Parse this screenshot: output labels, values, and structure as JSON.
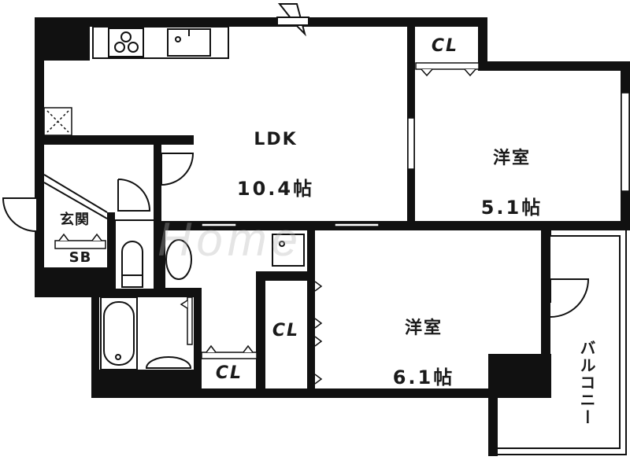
{
  "floor_plan": {
    "rooms": [
      {
        "id": "ldk",
        "name": "LDK",
        "size": "10.4帖"
      },
      {
        "id": "western1",
        "name": "洋室",
        "size": "5.1帖"
      },
      {
        "id": "western2",
        "name": "洋室",
        "size": "6.1帖"
      },
      {
        "id": "entrance",
        "name": "玄関"
      },
      {
        "id": "shoe_box",
        "name": "SB"
      },
      {
        "id": "closet_top",
        "name": "CL"
      },
      {
        "id": "closet_middle",
        "name": "CL"
      },
      {
        "id": "closet_bottom",
        "name": "CL"
      },
      {
        "id": "balcony",
        "name": "バルコニー"
      }
    ],
    "fixtures": [
      "kitchen-stove",
      "kitchen-sink",
      "refrigerator-space",
      "toilet",
      "washbasin",
      "bathtub",
      "washing-machine-space"
    ],
    "watermark": "Home"
  },
  "colors": {
    "wall": "#111111",
    "background": "#ffffff"
  }
}
